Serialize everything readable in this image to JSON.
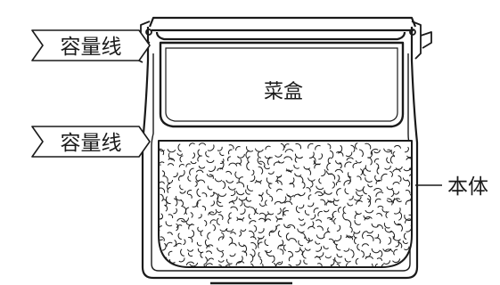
{
  "labels": {
    "capacity_line_upper": "容量线",
    "capacity_line_lower": "容量线",
    "side_dish_box": "菜盒",
    "main_body": "本体"
  },
  "colors": {
    "stroke": "#1a1a1a",
    "background": "#ffffff"
  }
}
